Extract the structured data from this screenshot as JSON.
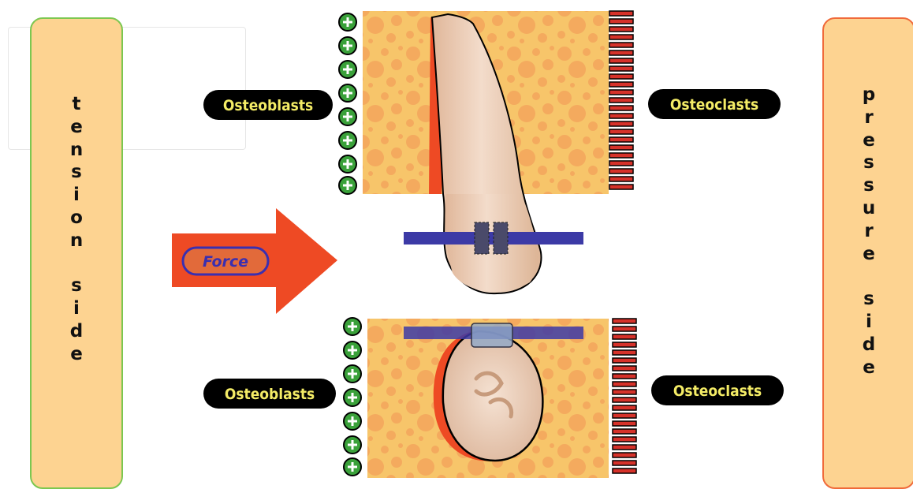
{
  "left_panel": {
    "label": "t\ne\nn\ns\ni\no\nn\n\ns\ni\nd\ne"
  },
  "right_panel": {
    "label": "p\nr\ne\ns\ns\nu\nr\ne\n\ns\ni\nd\ne"
  },
  "labels": {
    "osteoblasts_top": "Osteoblasts",
    "osteoclasts_top": "Osteoclasts",
    "osteoblasts_bottom": "Osteoblasts",
    "osteoclasts_bottom": "Osteoclasts",
    "force": "Force"
  },
  "colors": {
    "bone": "#f7c56a",
    "bone_pore": "#f4a85c",
    "tension_border": "#7cc750",
    "pressure_border": "#f06a3a",
    "force_arrow": "#ee4a24",
    "ligament_band": "#ee4a24",
    "bracket_wire": "#3c3aa6",
    "plus_sign": "#3aa13a",
    "minus_sign": "#d6322a",
    "label_background": "#000000",
    "label_text": "#f4ec66"
  },
  "icons": {
    "osteoblast_marker": "plus-circle-icon",
    "osteoclast_marker": "minus-bar-icon"
  }
}
